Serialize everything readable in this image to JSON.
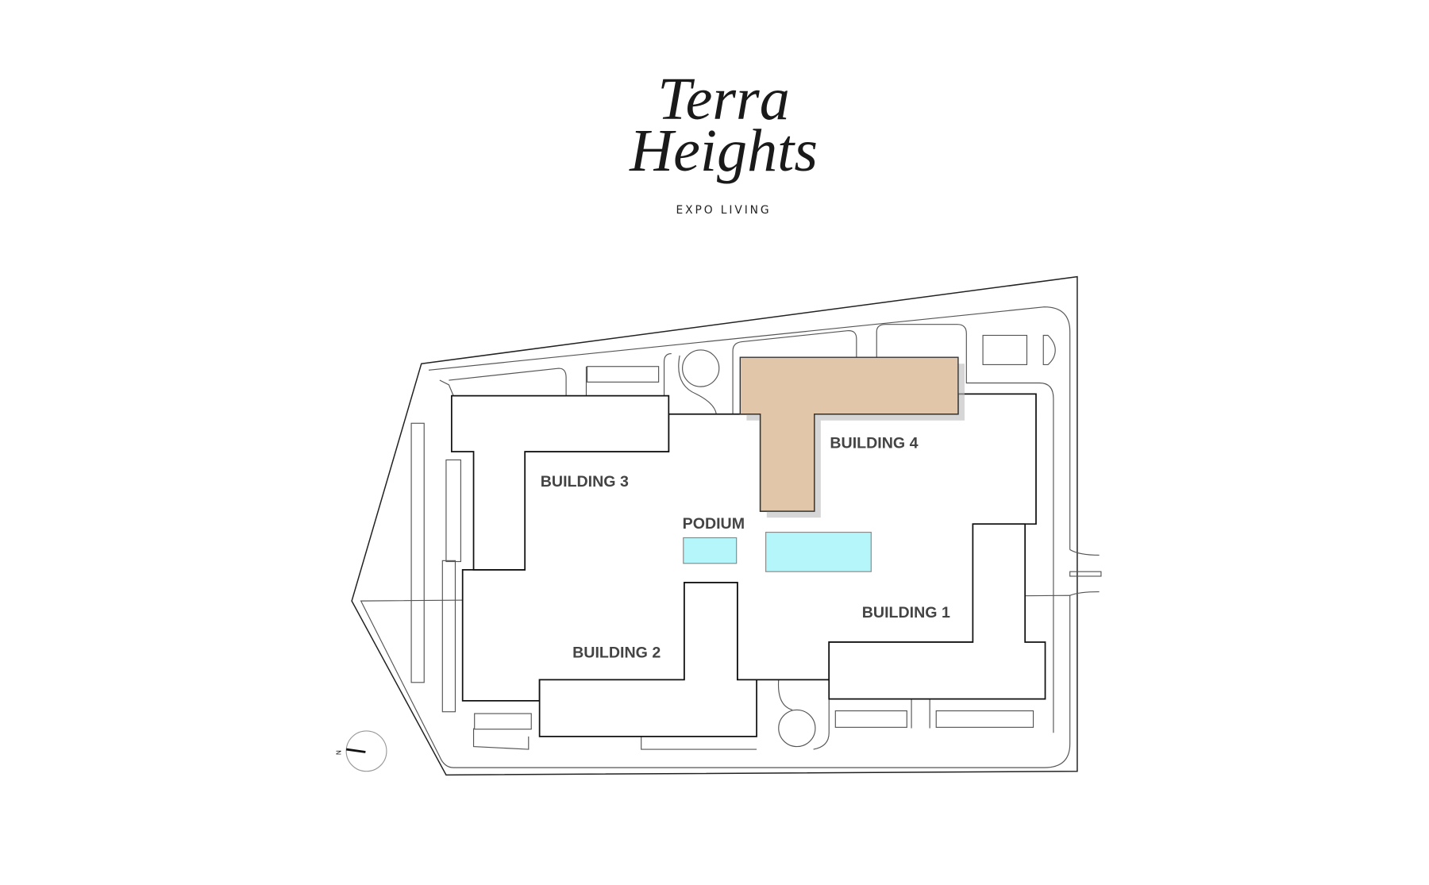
{
  "brand": {
    "title_line1": "Terra",
    "title_line2": "Heights",
    "subtitle": "EXPO LIVING"
  },
  "plan": {
    "labels": {
      "building1": "BUILDING 1",
      "building2": "BUILDING 2",
      "building3": "BUILDING 3",
      "building4": "BUILDING 4",
      "podium": "PODIUM"
    },
    "compass_label": "N",
    "highlighted_building": "BUILDING 4",
    "colors": {
      "highlight": "#e2c6aa",
      "pool": "#b5f6fa",
      "line": "#222222"
    }
  }
}
